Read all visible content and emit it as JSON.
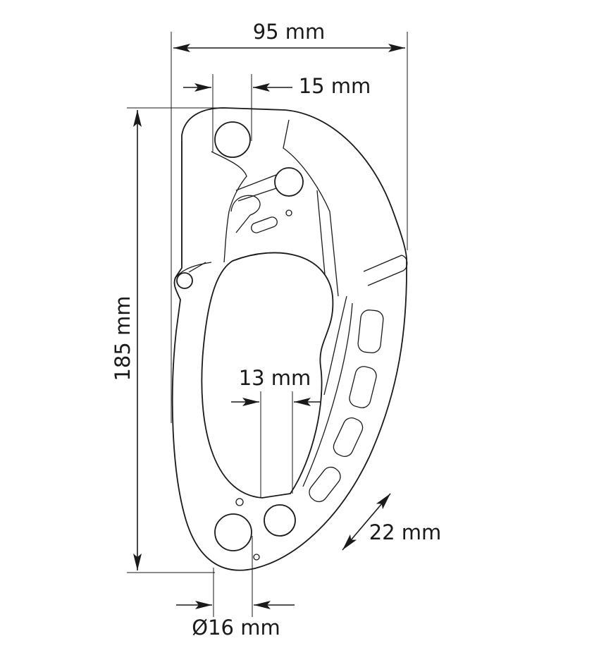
{
  "title": "Carabiner dimension diagram",
  "dimensions": {
    "width": "95 mm",
    "gate_top": "15 mm",
    "height": "185 mm",
    "inner_gap": "13 mm",
    "handle_thickness": "22 mm",
    "hole_diameter": "Ø16 mm"
  },
  "colors": {
    "line": "#1a1a1a",
    "background": "#ffffff"
  }
}
